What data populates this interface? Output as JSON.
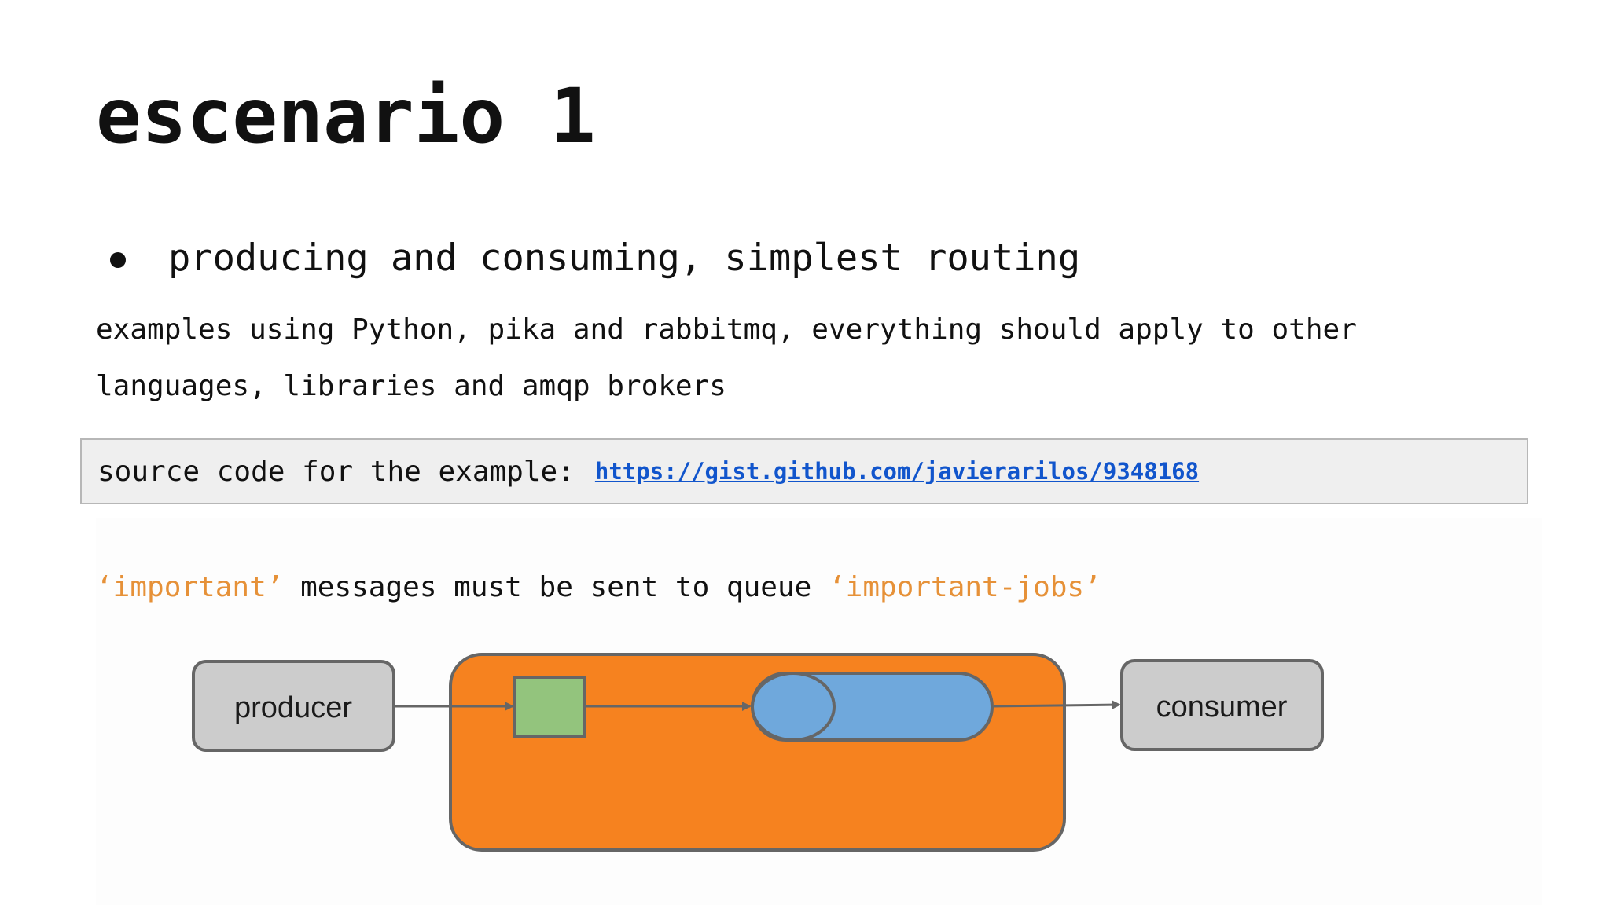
{
  "slide": {
    "title": "escenario 1",
    "bullet": "producing and consuming, simplest routing",
    "subtext_line1": "examples using Python, pika and rabbitmq, everything should apply to other",
    "subtext_line2": "languages, libraries and amqp brokers",
    "source_label": "source code for the example:",
    "source_link": "https://gist.github.com/javierarilos/9348168",
    "caption": {
      "part1": "‘important’",
      "part2": " messages must be sent to queue ",
      "part3": "‘important-jobs’"
    }
  },
  "diagram": {
    "producer_label": "producer",
    "consumer_label": "consumer",
    "colors": {
      "broker": "#f6821f",
      "exchange": "#93c47d",
      "queue": "#6fa8dc",
      "endpoint": "#cccccc",
      "stroke": "#666666",
      "highlight": "#e69138",
      "link": "#1155cc"
    }
  }
}
